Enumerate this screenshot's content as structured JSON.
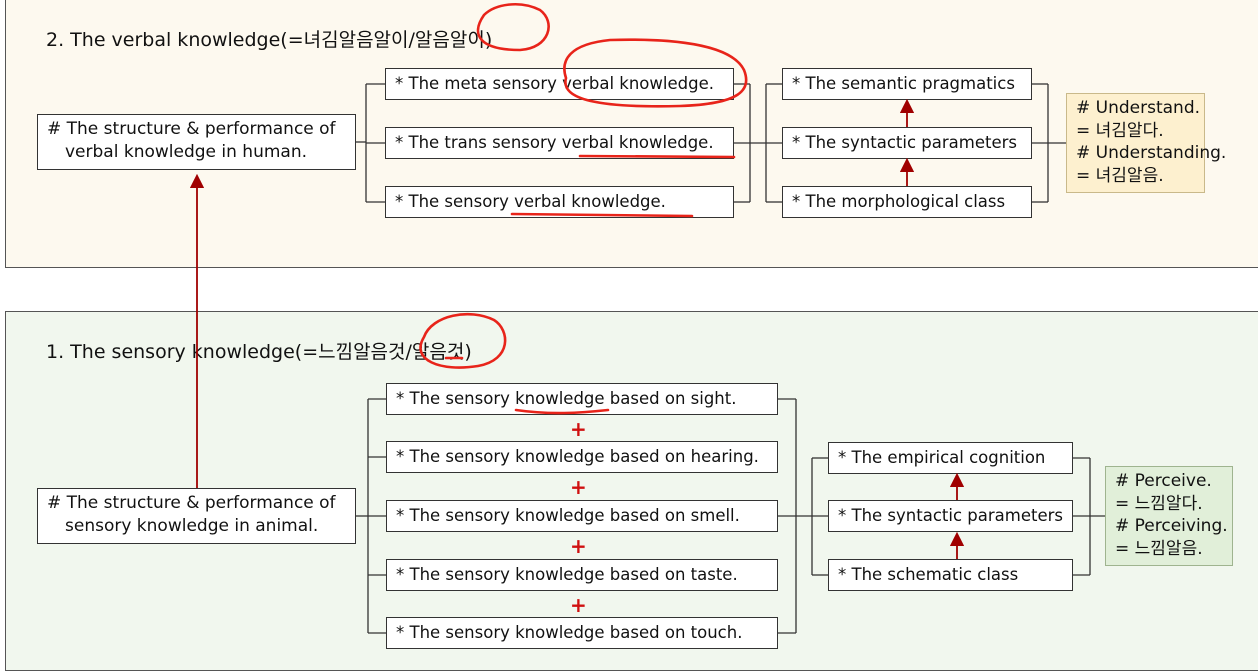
{
  "verbal": {
    "title": "2. The  verbal  knowledge(=녀김알음알이/알음알이)",
    "root_line1": "# The structure & performance of",
    "root_line2": "verbal knowledge in human.",
    "items": [
      "* The meta sensory verbal knowledge.",
      "* The trans sensory verbal knowledge.",
      "* The sensory verbal knowledge."
    ],
    "levels": [
      "* The semantic pragmatics",
      "* The syntactic parameters",
      "* The morphological class"
    ],
    "note": [
      "# Understand.",
      "= 녀김알다.",
      "# Understanding.",
      "= 녀김알음."
    ]
  },
  "sensory": {
    "title": "1. The  sensory  knowledge(=느낌알음것/알음것)",
    "root_line1": "# The structure & performance of",
    "root_line2": "sensory knowledge in animal.",
    "items": [
      "* The sensory knowledge based on sight.",
      "* The sensory knowledge based on hearing.",
      "* The sensory knowledge based on smell.",
      "* The sensory knowledge based on taste.",
      "* The sensory knowledge based on touch."
    ],
    "plus_sign": "+",
    "levels": [
      "* The empirical cognition",
      "* The syntactic parameters",
      "* The schematic class"
    ],
    "note": [
      "# Perceive.",
      "= 느낌알다.",
      "# Perceiving.",
      "= 느낌알음."
    ]
  },
  "colors": {
    "annotation_red": "#e8241a",
    "arrow_red": "#a00000",
    "top_panel_bg": "#fdf9ef",
    "bottom_panel_bg": "#f1f7ee",
    "top_note_bg": "#fdf0cf",
    "bottom_note_bg": "#e1efd9"
  }
}
